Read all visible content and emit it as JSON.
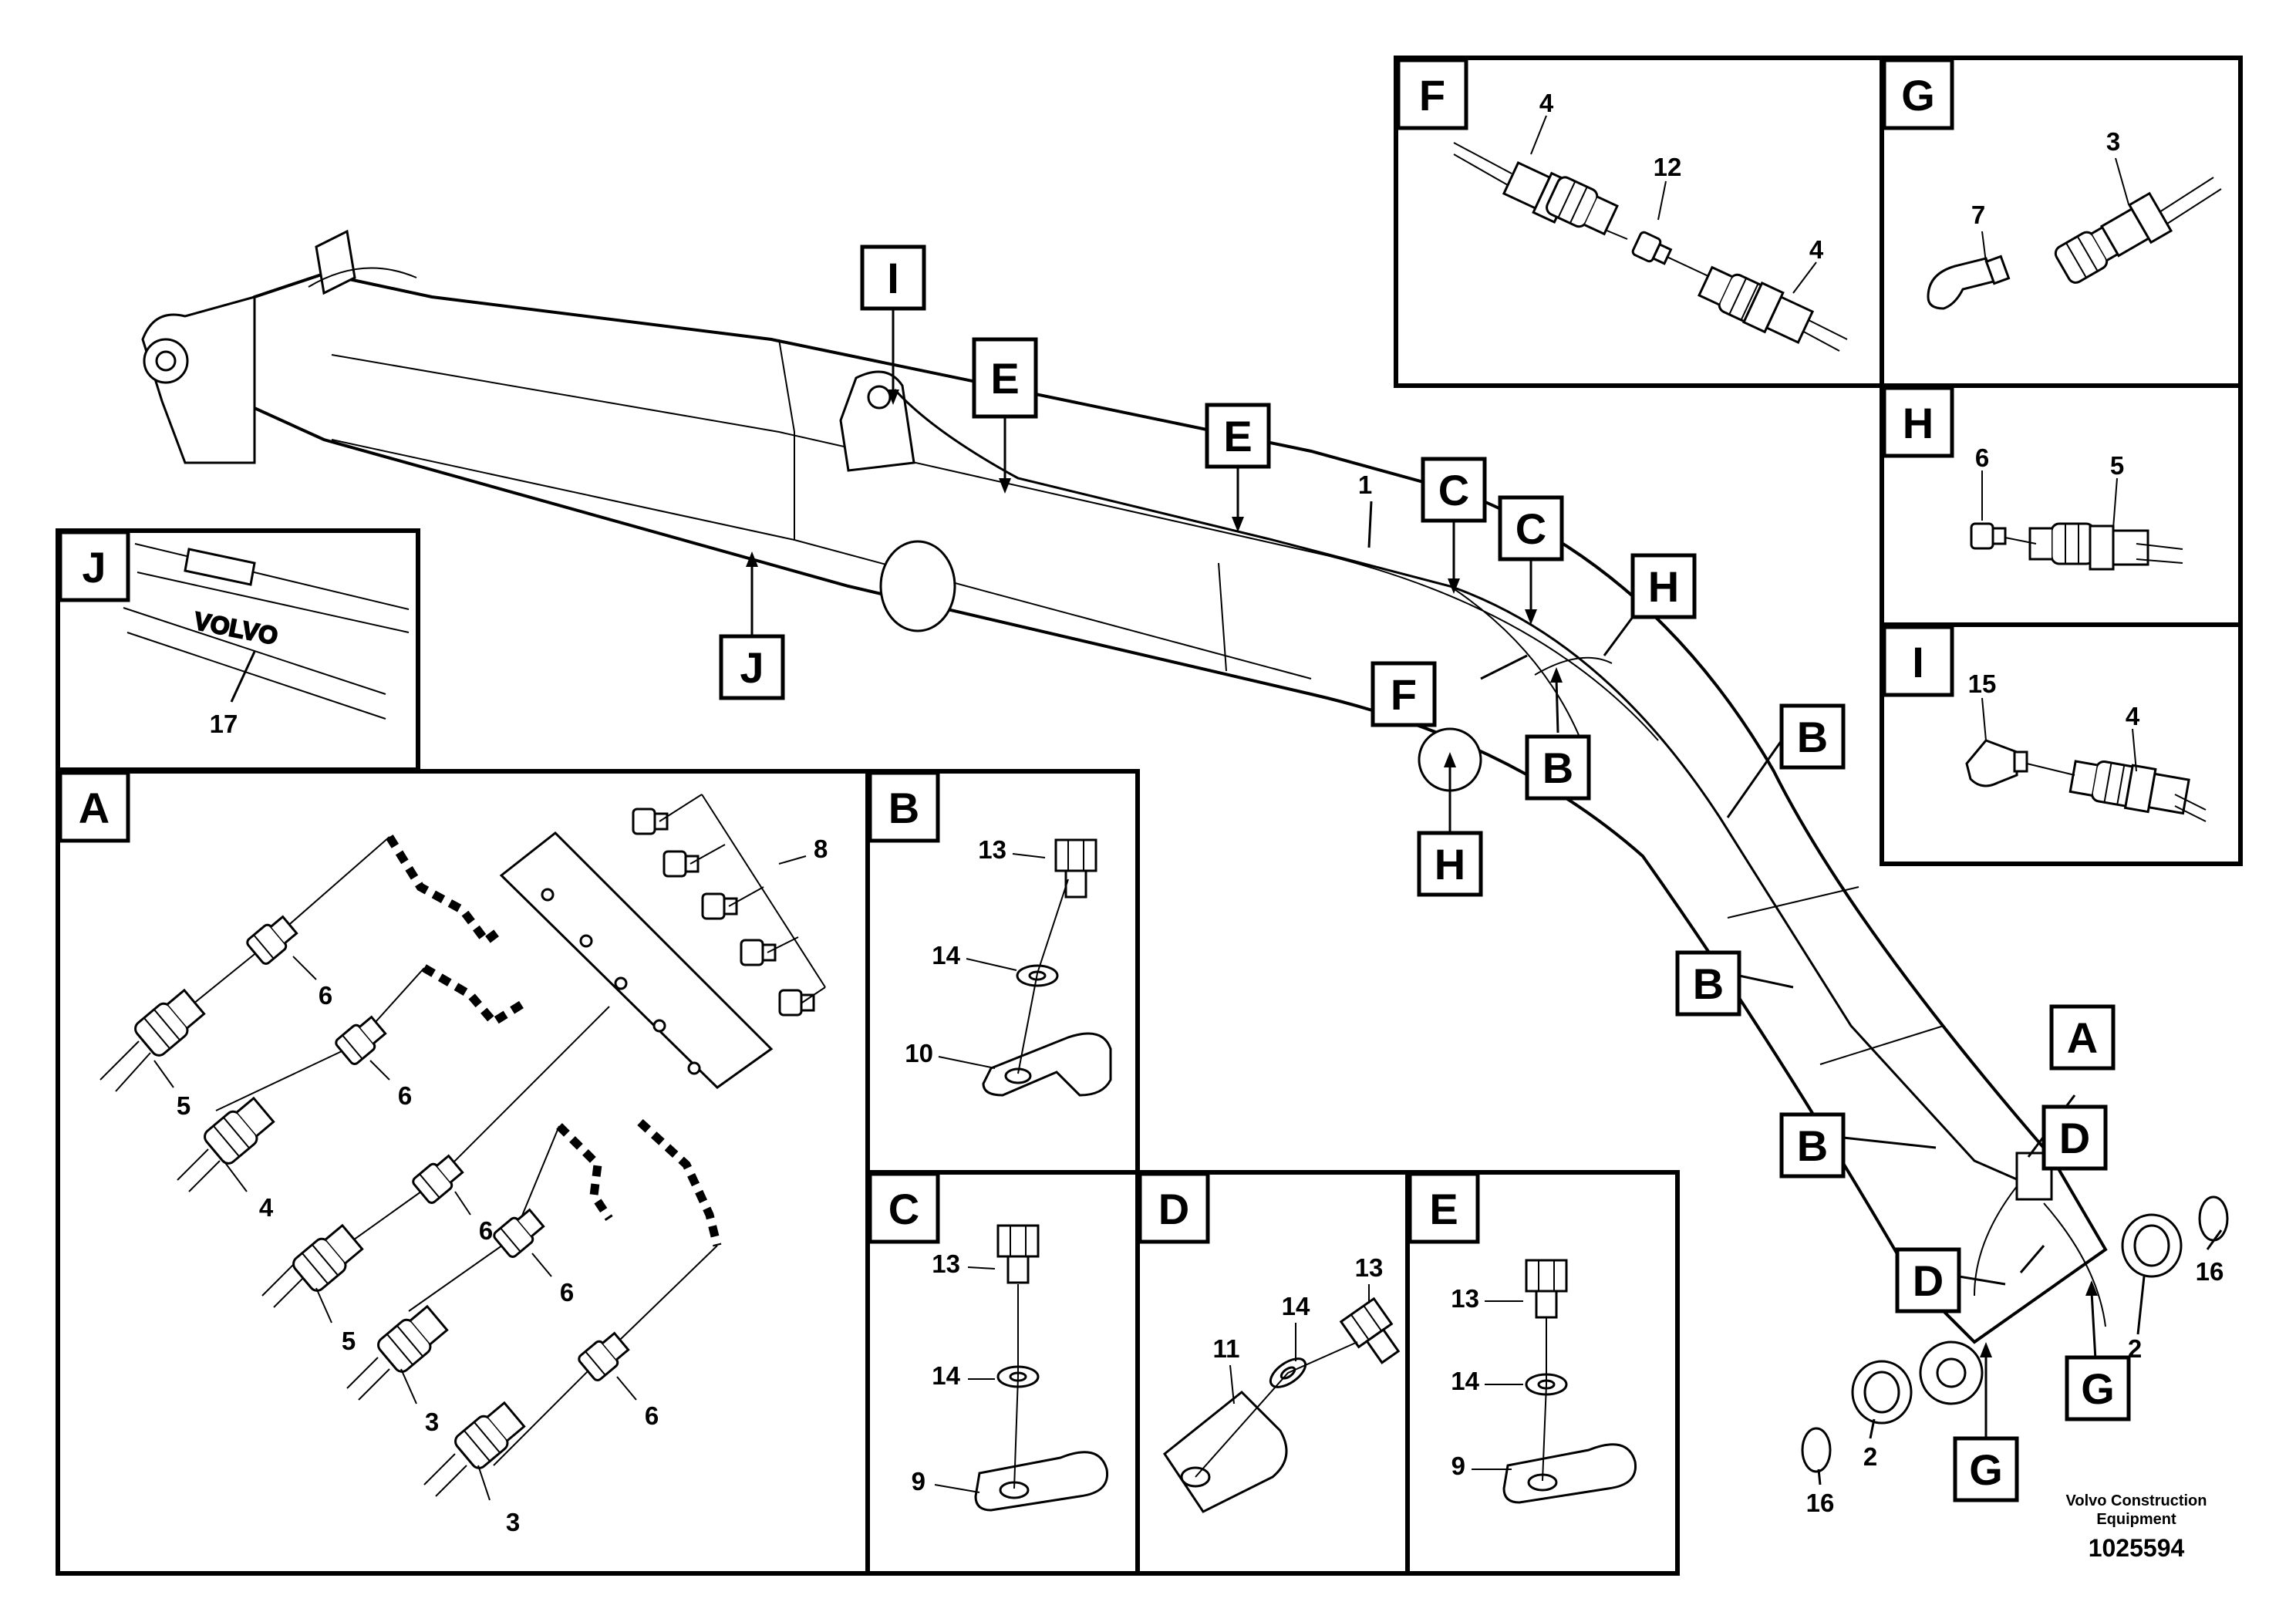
{
  "panels": {
    "A": {
      "caption": "A",
      "parts": [
        "6",
        "5",
        "6",
        "4",
        "6",
        "5",
        "6",
        "3",
        "6",
        "3",
        "8"
      ]
    },
    "B": {
      "caption": "B",
      "parts": [
        "13",
        "14",
        "10"
      ]
    },
    "C": {
      "caption": "C",
      "parts": [
        "13",
        "14",
        "9"
      ]
    },
    "D": {
      "caption": "D",
      "parts": [
        "13",
        "14",
        "11"
      ]
    },
    "E": {
      "caption": "E",
      "parts": [
        "13",
        "14",
        "9"
      ]
    },
    "F": {
      "caption": "F",
      "parts": [
        "4",
        "12",
        "4"
      ]
    },
    "G": {
      "caption": "G",
      "parts": [
        "3",
        "7"
      ]
    },
    "H": {
      "caption": "H",
      "parts": [
        "6",
        "5"
      ]
    },
    "I": {
      "caption": "I",
      "parts": [
        "15",
        "4"
      ]
    },
    "J": {
      "caption": "J",
      "parts": [
        "17"
      ],
      "logo_text": "VOLVO"
    }
  },
  "main_view": {
    "callouts": [
      "I",
      "E",
      "E",
      "C",
      "C",
      "H",
      "F",
      "B",
      "H",
      "J",
      "B",
      "B",
      "B",
      "A",
      "D",
      "D",
      "G",
      "G"
    ],
    "parts": [
      "1",
      "2",
      "16",
      "2",
      "16"
    ]
  },
  "footer": {
    "publisher_line1": "Volvo Construction",
    "publisher_line2": "Equipment",
    "drawing_number": "1025594"
  },
  "icons": [
    "fitting-icon",
    "clamp-icon",
    "bolt-icon",
    "washer-icon",
    "connector-block-icon",
    "volvo-logo-icon"
  ]
}
